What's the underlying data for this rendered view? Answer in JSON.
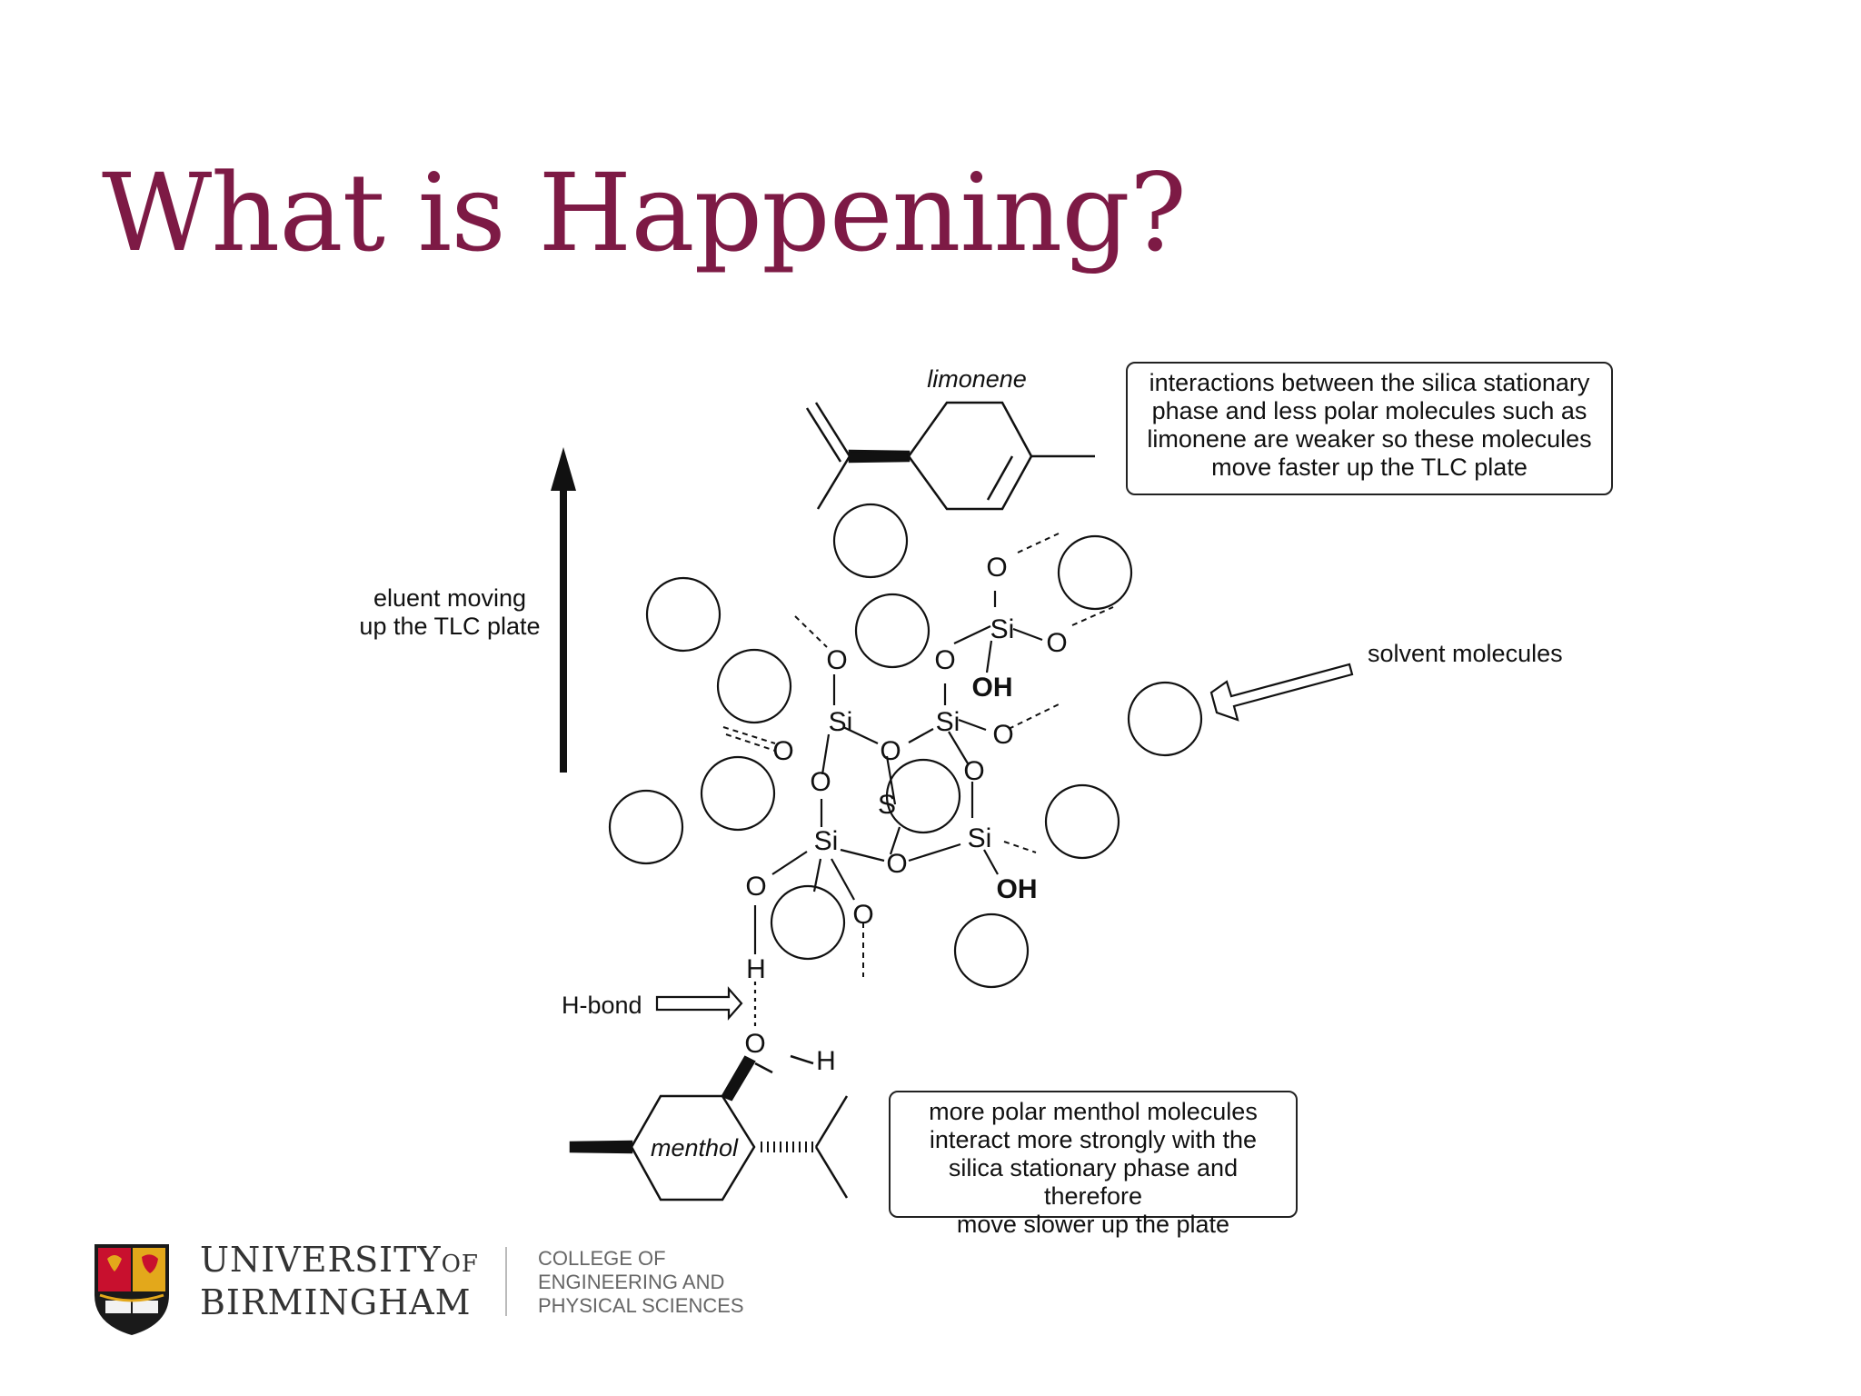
{
  "slide": {
    "title": "What is Happening?"
  },
  "diagram": {
    "limonene_label": "limonene",
    "menthol_label": "menthol",
    "eluent_label": [
      "eluent moving",
      "up the TLC plate"
    ],
    "solvent_label": "solvent molecules",
    "hbond_label": "H-bond",
    "atoms": {
      "si": "Si",
      "o": "O",
      "oh": "OH",
      "h": "H",
      "s": "S"
    },
    "limonene_note": [
      "interactions between the silica stationary",
      "phase and less polar molecules such as",
      "limonene are weaker so these molecules",
      "move faster up the TLC plate"
    ],
    "menthol_note": [
      "more polar menthol molecules",
      "interact more strongly with the",
      "silica stationary phase and therefore",
      "move slower up the plate"
    ]
  },
  "footer": {
    "university_line1": "UNIVERSITY",
    "university_of": "OF",
    "university_line2": "BIRMINGHAM",
    "college": [
      "COLLEGE OF",
      "ENGINEERING AND",
      "PHYSICAL SCIENCES"
    ]
  },
  "colors": {
    "title": "#7d1a45",
    "shield_red": "#c8102e",
    "shield_gold": "#e3a81b",
    "shield_black": "#1a1a1a"
  }
}
